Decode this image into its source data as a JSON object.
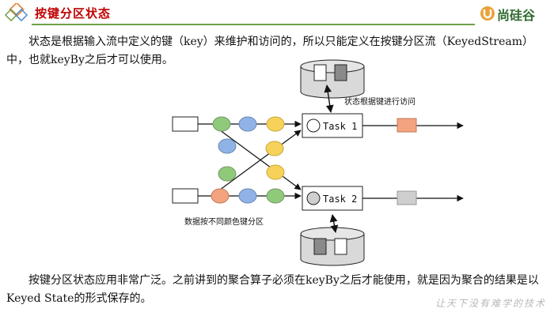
{
  "header": {
    "title": "按键分区状态",
    "brand": "尚硅谷",
    "accent_color": "#c00000",
    "rule_color": "#6fa04a"
  },
  "content": {
    "para1": "状态是根据输入流中定义的键（key）来维护和访问的，所以只能定义在按键分区流（KeyedStream）中，也就keyBy之后才可以使用。",
    "para2": "按键分区状态应用非常广泛。之前讲到的聚合算子必须在keyBy之后才能使用，就是因为聚合的结果是以Keyed State的形式保存的。"
  },
  "diagram": {
    "task1_label": "Task 1",
    "task2_label": "Task 2",
    "state_access_label": "状态根据键进行访问",
    "partition_label": "数据按不同颜色键分区",
    "colors": {
      "green": "#8fc97a",
      "blue": "#8fb3e6",
      "yellow": "#f7d25a",
      "orange": "#f4a37f",
      "task1_out": "#f4a37f",
      "task2_out": "#cfcfcf",
      "state_dark": "#8a8a8a",
      "state_light": "#ffffff"
    }
  },
  "footer": {
    "watermark": "让天下没有难学的技术"
  }
}
